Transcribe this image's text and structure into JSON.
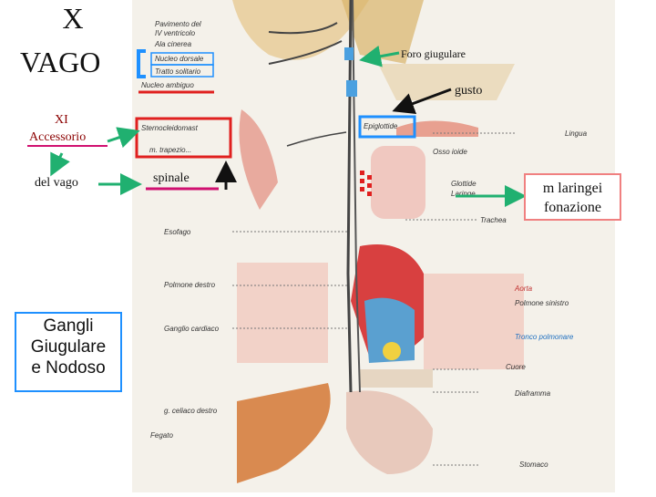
{
  "titles": {
    "x": "X",
    "vago": "VAGO",
    "xi": "XI",
    "accessorio": "Accessorio",
    "del_vago": "del  vago",
    "spinale": "spinale"
  },
  "callouts": {
    "foro": "Foro giugulare",
    "gusto": "gusto",
    "gangli": [
      "Gangli",
      "Giugulare",
      "e Nodoso"
    ],
    "laringei": [
      "m  laringei",
      "fonazione"
    ]
  },
  "plate_labels": {
    "pavimento": "Pavimento del",
    "ventricolo": "IV ventricolo",
    "ala": "Ala cinerea",
    "nucleo_dorsale": "Nucleo dorsale",
    "tratto": "Tratto solitario",
    "ambiguo": "Nucleo ambiguo",
    "sterno": "Sternocleidomast",
    "trapezio": "m. trapezio...",
    "epiglottide": "Epiglottide",
    "lingua": "Lingua",
    "osso": "Osso ioide",
    "glottide": "Glottide",
    "laringe": "Laringe",
    "trachea": "Trachea",
    "esofago": "Esofago",
    "polmone_destro": "Polmone destro",
    "aorta": "Aorta",
    "polmone_sinistro": "Polmone sinistro",
    "ganglio_cardiaco": "Ganglio cardiaco",
    "tronco": "Tronco polmonare",
    "cuore": "Cuore",
    "diaframma": "Diaframma",
    "celiaco": "g. celiaco destro",
    "fegato": "Fegato",
    "stomaco": "Stomaco"
  },
  "colors": {
    "red_box": "#e0201f",
    "blue_box": "#1e90ff",
    "green_arrow": "#20b070",
    "magenta_line": "#d01070",
    "red_border": "#f08080"
  }
}
